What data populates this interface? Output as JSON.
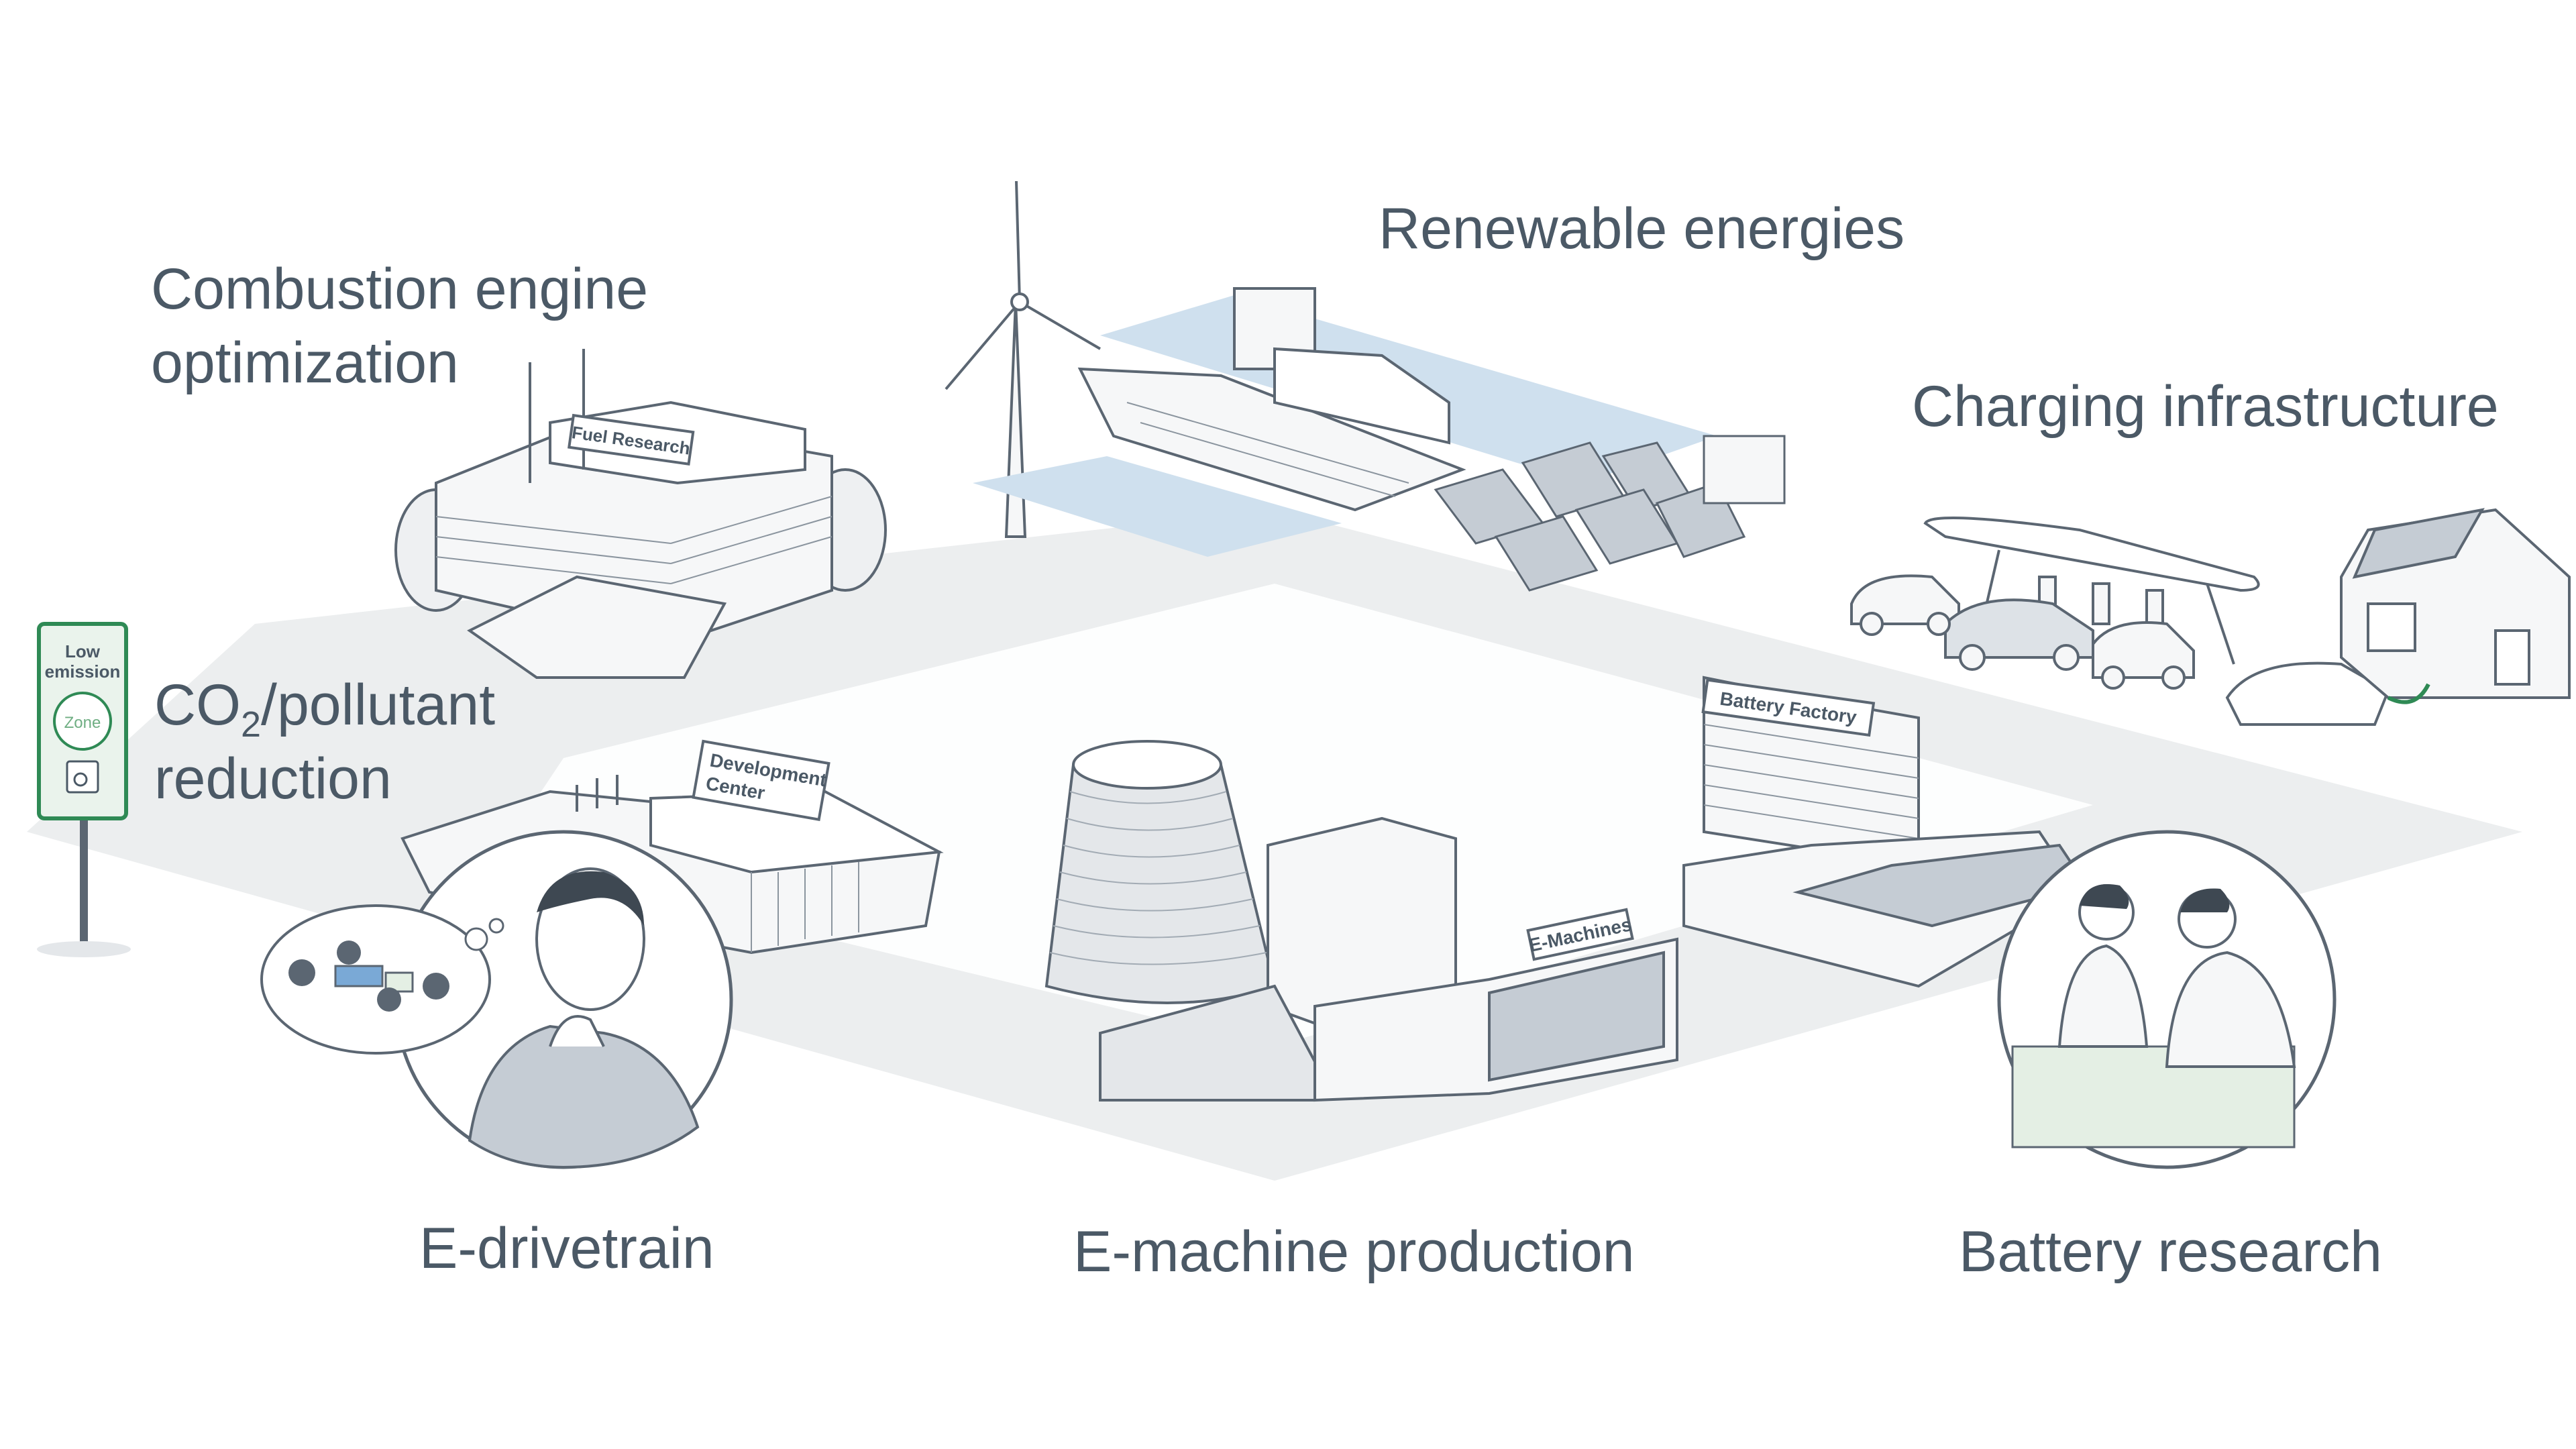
{
  "labels": {
    "combustion": {
      "line1": "Combustion engine",
      "line2": "optimization"
    },
    "renewable": "Renewable energies",
    "charging": "Charging infrastructure",
    "co2": {
      "prefix": "CO",
      "subscript": "2",
      "suffix": "/pollutant",
      "line2": "reduction"
    },
    "edrivetrain": "E-drivetrain",
    "emachine_production": "E-machine production",
    "battery_research": "Battery research"
  },
  "signs": {
    "fuel_research": "Fuel Research",
    "development_center": {
      "line1": "Development",
      "line2": "Center"
    },
    "battery_factory": "Battery Factory",
    "e_machines": "E-Machines",
    "low_emission": {
      "line1": "Low",
      "line2": "emission",
      "line3": "Zone"
    }
  },
  "colors": {
    "text": "#4b5966",
    "outline": "#5b6672",
    "ground": "#e9ebed",
    "building": "#f6f7f8",
    "water": "#cfe0ee",
    "accent_green": "#2f8a55",
    "accent_blue": "#7aa9d6"
  }
}
